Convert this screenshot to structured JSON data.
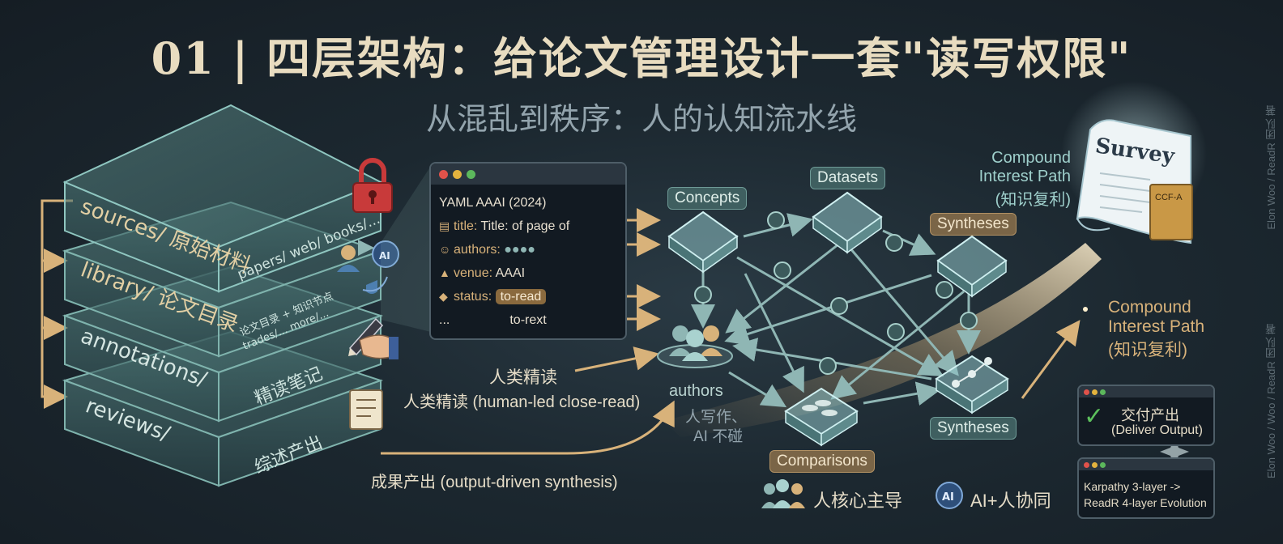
{
  "title": "01 | 四层架构：给论文管理设计一套\"读写权限\"",
  "subtitle": "从混乱到秩序：人的认知流水线",
  "layers": [
    {
      "name": "sources/ 原始材料",
      "side": "papers/ web/ books/..."
    },
    {
      "name": "library/ 论文目录",
      "side": "论文目录 + 知识节点",
      "side2": "trades/... more/..."
    },
    {
      "name": "annotations/",
      "side": "精读笔记"
    },
    {
      "name": "reviews/",
      "side": "综述产出"
    }
  ],
  "yaml": {
    "header": "YAML AAAI (2024)",
    "title_key": "title:",
    "title_val": "Title: of page of",
    "authors_key": "authors:",
    "venue_key": "venue:",
    "venue_val": "AAAI",
    "status_key": "status:",
    "status_val": "to-read",
    "ellipsis": "...",
    "extra": "to-rext"
  },
  "flow": {
    "human_read_short": "人类精读",
    "human_read_long": "人类精读 (human-led close-read)",
    "output": "成果产出 (output-driven synthesis)"
  },
  "graph": {
    "concepts": "Concepts",
    "datasets": "Datasets",
    "syntheses_top": "Syntheses",
    "syntheses_bottom": "Syntheses",
    "comparisons": "Comparisons",
    "authors": "authors",
    "authors_note_1": "人写作、",
    "authors_note_2": "AI 不碰"
  },
  "right": {
    "compound_top_1": "Compound",
    "compound_top_2": "Interest Path",
    "compound_top_3": "(知识复利)",
    "survey": "Survey",
    "ccf": "CCF-A",
    "compound_mid_1": "Compound",
    "compound_mid_2": "Interest Path",
    "compound_mid_3": "(知识复利)",
    "deliver_1": "交付产出",
    "deliver_2": "(Deliver Output)",
    "karpathy_1": "Karpathy 3-layer ->",
    "karpathy_2": "ReadR 4-layer Evolution"
  },
  "legend": {
    "human": "人核心主导",
    "ai": "AI+人协同"
  },
  "watermark_top": "Elon Woo / ReadR 团队 著",
  "watermark_bottom": "Elon Woo / Woo / ReadR 团队 著",
  "colors": {
    "accent_tan": "#d8b27a",
    "accent_teal": "#7fb3ad",
    "lock_red": "#c83a3a",
    "background": "#1c2830"
  }
}
